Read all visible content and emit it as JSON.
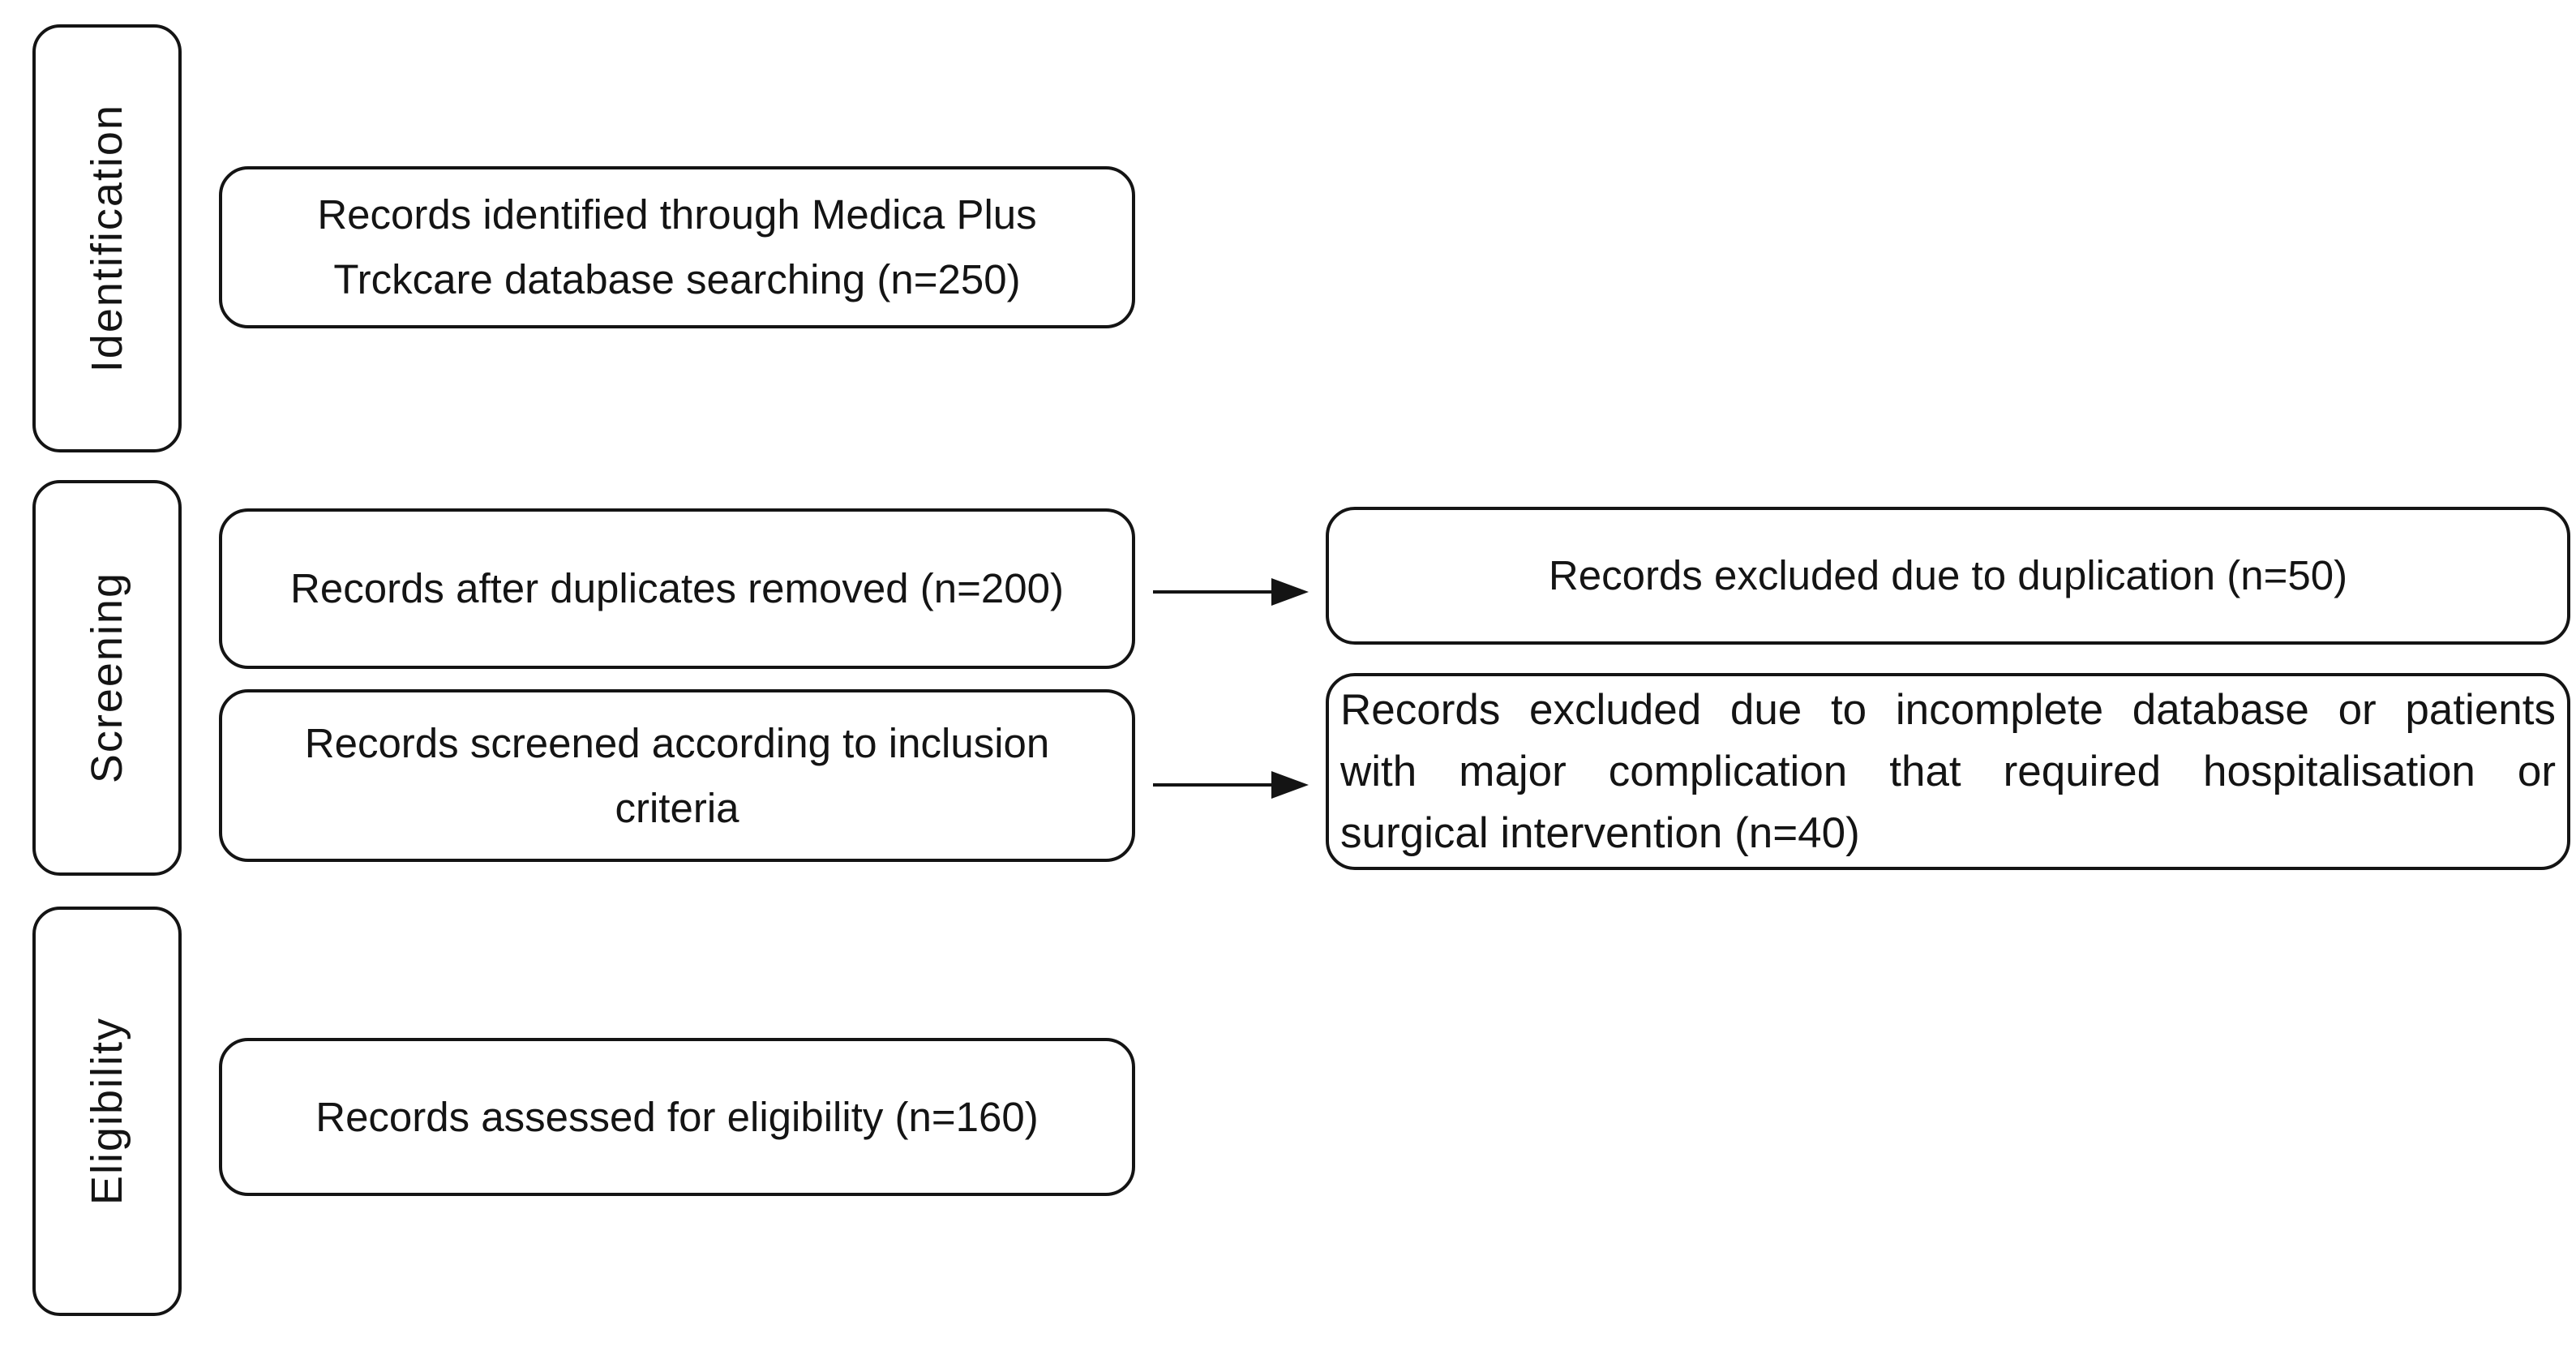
{
  "colors": {
    "ink": "#141414",
    "background": "#ffffff"
  },
  "stages": [
    {
      "label": "Identification"
    },
    {
      "label": "Screening"
    },
    {
      "label": "Eligibility"
    }
  ],
  "boxes": {
    "identified": {
      "lines": [
        "Records identified through Medica Plus",
        "Trckcare database searching (n=250)"
      ]
    },
    "duplicates_removed": {
      "lines": [
        "Records after duplicates removed (n=200)"
      ]
    },
    "screened": {
      "lines": [
        "Records screened according to inclusion",
        "criteria"
      ]
    },
    "assessed": {
      "lines": [
        "Records assessed for eligibility (n=160)"
      ]
    },
    "excluded_duplication": {
      "lines": [
        "Records excluded due to duplication (n=50)"
      ]
    },
    "excluded_incomplete": {
      "lines": [
        "Records excluded due to incomplete database or patients",
        "with major complication that required hospitalisation or",
        "surgical intervention (n=40)"
      ]
    }
  },
  "icons": [
    {
      "name": "arrow-right-icon",
      "meaning": "flow from screening box to exclusion box"
    }
  ]
}
